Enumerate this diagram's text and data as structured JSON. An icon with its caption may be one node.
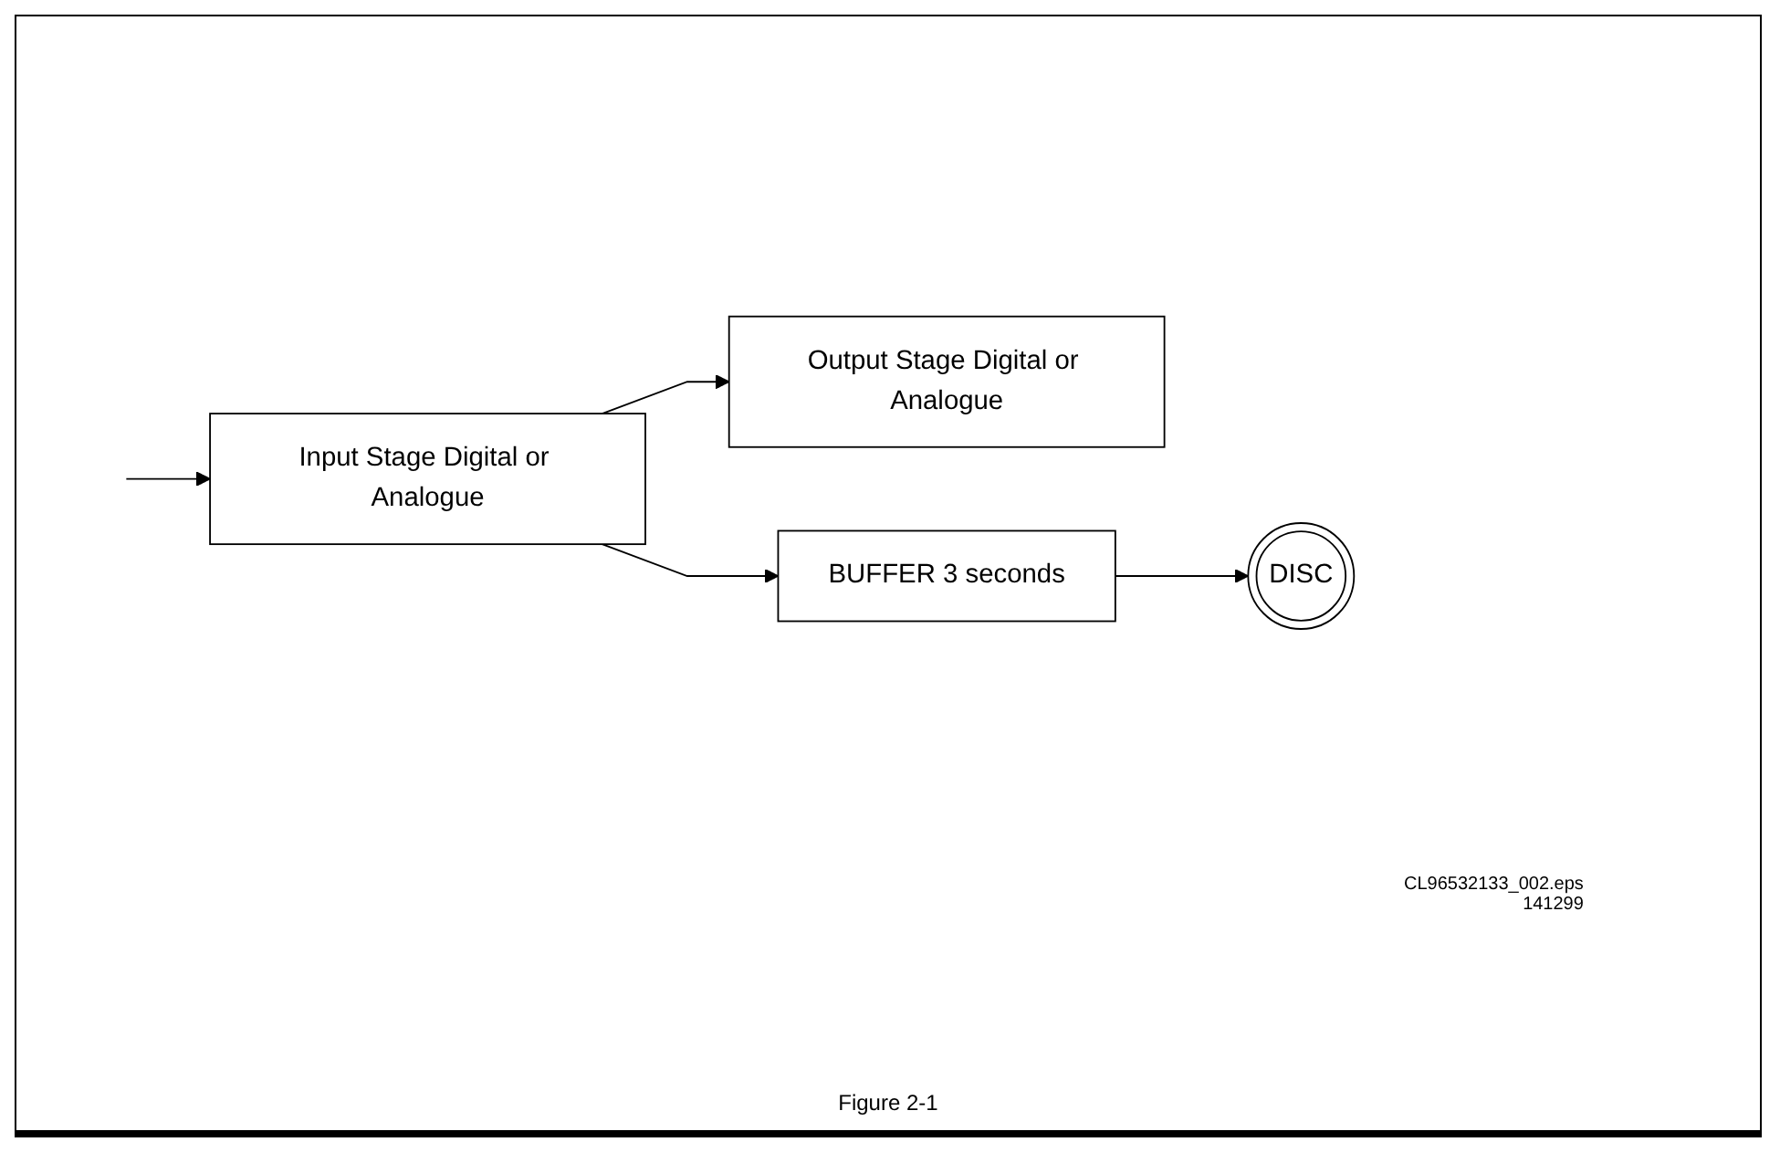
{
  "diagram": {
    "caption": "Figure 2-1",
    "nodes": [
      {
        "text": [
          "Input Stage Digital or Analogue"
        ]
      },
      {
        "text": [
          "Output Stage Digital or Analogue"
        ]
      },
      {
        "text": [
          "BUFFER 3 seconds"
        ]
      },
      {
        "text": [
          "DISC"
        ]
      }
    ],
    "edges": [
      {
        "from": null,
        "to": 0,
        "arrow": "to"
      },
      {
        "from": 0,
        "to": 1,
        "arrow": "to"
      },
      {
        "from": 0,
        "to": 2,
        "arrow": "to"
      },
      {
        "from": 2,
        "to": 3,
        "arrow": "to"
      }
    ],
    "labels": [
      "CL96532133_002.eps",
      "141299"
    ]
  }
}
